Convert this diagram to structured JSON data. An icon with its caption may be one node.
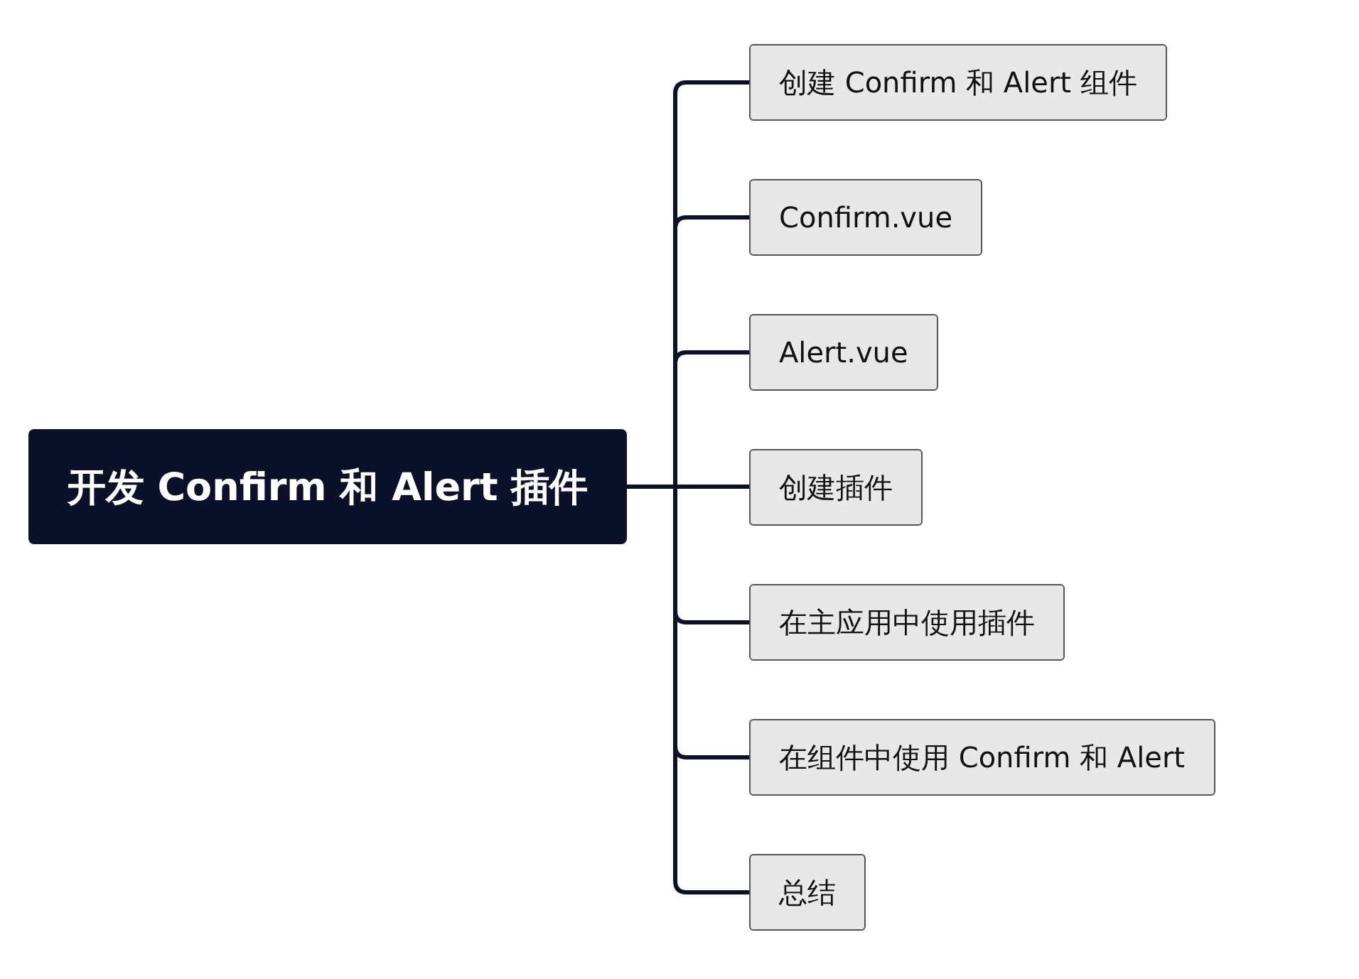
{
  "diagram": {
    "nodes": [
      {
        "text": [
          "开发 Confirm 和 Alert 插件"
        ]
      },
      {
        "text": [
          "创建 Confirm 和 Alert 组件"
        ]
      },
      {
        "text": [
          "Confirm.vue"
        ]
      },
      {
        "text": [
          "Alert.vue"
        ]
      },
      {
        "text": [
          "创建插件"
        ]
      },
      {
        "text": [
          "在主应用中使用插件"
        ]
      },
      {
        "text": [
          "在组件中使用 Confirm 和 Alert"
        ]
      },
      {
        "text": [
          "总结"
        ]
      }
    ],
    "edges": [
      {
        "from": 0,
        "to": 1,
        "arrow": "none"
      },
      {
        "from": 0,
        "to": 2,
        "arrow": "none"
      },
      {
        "from": 0,
        "to": 3,
        "arrow": "none"
      },
      {
        "from": 0,
        "to": 4,
        "arrow": "none"
      },
      {
        "from": 0,
        "to": 5,
        "arrow": "none"
      },
      {
        "from": 0,
        "to": 6,
        "arrow": "none"
      },
      {
        "from": 0,
        "to": 7,
        "arrow": "none"
      }
    ]
  }
}
